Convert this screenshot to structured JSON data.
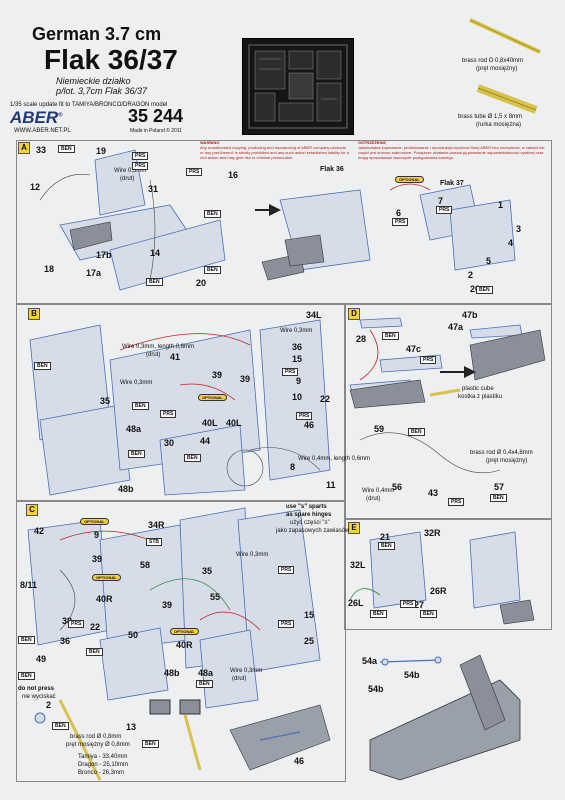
{
  "header": {
    "title_line1": "German 3.7 cm",
    "title_line2": "Flak 36/37",
    "sub1": "Niemieckie działko",
    "sub2": "p/lot. 3,7cm Flak 36/37",
    "scale": "1/35 scale update fit to TAMIYA/BRONCO/DRAGON model",
    "brand": "ABER",
    "reg": "®",
    "code": "35 244",
    "url": "WWW.ABER.NET.PL",
    "made": "Made in Poland © 2011"
  },
  "brass": {
    "rod_label": "brass rod O 0,8x40mm",
    "rod_pl": "(pręt mosiężny)",
    "tube_label": "brass tube Ø 1,5 x 8mm",
    "tube_pl": "(rurka mosiężna)"
  },
  "warning": {
    "title": "WARNING",
    "text": "Any unauthorised copying, producing and reproducing of ABER company products or any part thereof, is strictly prohibited and any such action establishes liability for a civil action and may give rise to criminal prosecution."
  },
  "ostrzezenie": {
    "title": "OSTRZEŻENIE",
    "text": "Jakiekolwiek kopiowanie, produkowanie i reprodukcja wyrobów firmy ABER bez zezwolenia, w całości lub części jest surowo zabronione. Powyższe działania powodują powstanie odpowiedzialności cywilnej oraz mogą spowodować wszczęcie postępowania karnego."
  },
  "sections": {
    "a": {
      "tag": "A",
      "labels": {
        "flak36": "Flak 36",
        "flak37": "Flak 37",
        "wire": "Wire 0,3mm",
        "wire_pl": "(drut)",
        "optional": "OPTIONAL"
      },
      "nums": [
        "33",
        "19",
        "12",
        "31",
        "16",
        "18",
        "17a",
        "17b",
        "14",
        "20",
        "6",
        "7",
        "1",
        "3",
        "4",
        "5",
        "2",
        "20"
      ]
    },
    "b": {
      "tag": "B",
      "labels": {
        "wire_len": "Wire 0,3mm, length 0,6mm",
        "wire_pl": "(drut)",
        "wire": "Wire 0,3mm",
        "wire_bot": "Wire 0,4mm, length 0,6mm",
        "optional": "OPTIONAL"
      },
      "nums": [
        "34L",
        "41",
        "35",
        "36",
        "15",
        "39",
        "39",
        "10",
        "22",
        "40L",
        "40L",
        "48a",
        "30",
        "44",
        "8",
        "48b",
        "11",
        "9",
        "46"
      ]
    },
    "c": {
      "tag": "C",
      "labels": {
        "use_s": "use \"s\" sparts",
        "as_spare": "as spare hinges",
        "use_s_pl": "użyć części \"s\"",
        "as_spare_pl": "jako zapasowych zawiasów",
        "optional": "OPTIONAL",
        "wire": "Wire 0,3mm",
        "wire_pl": "(drut)",
        "do_not_press": "do not press",
        "nie_wyciskac": "nie wyciskać"
      },
      "nums": [
        "42",
        "9",
        "34R",
        "39",
        "58",
        "35",
        "8/11",
        "40R",
        "38",
        "22",
        "39",
        "36",
        "50",
        "55",
        "40R",
        "49",
        "48b",
        "48a",
        "25",
        "15"
      ]
    },
    "c_bottom": {
      "brass_rod": "brass rod Ø 0,8mm",
      "brass_rod_pl": "pręt mosiężny Ø 0,8mm",
      "tamiya": "Tamiya - 33,40mm",
      "dragon": "Dragon - 25,10mm",
      "bronco": "Bronco - 26,3mm",
      "nums": [
        "2",
        "13",
        "46"
      ]
    },
    "d": {
      "tag": "D",
      "labels": {
        "plastic_cube": "plastic cube",
        "plastic_pl": "kostka z plastiku",
        "brass_rod": "brass rod Ø 0,4x4,8mm",
        "brass_pl": "(pręt mosiężny)",
        "wire": "Wire 0,4mm",
        "wire_pl": "(drut)"
      },
      "nums": [
        "28",
        "47b",
        "47a",
        "47c",
        "59",
        "56",
        "43",
        "57"
      ]
    },
    "e": {
      "tag": "E",
      "nums": [
        "21",
        "32R",
        "32L",
        "26L",
        "27",
        "26R",
        "54a",
        "54b",
        "54b"
      ]
    }
  },
  "badges": {
    "ben": "BEN",
    "prs": "PRS",
    "stb": "STB"
  },
  "colors": {
    "section_tag": "#f4d23a",
    "part_blue": "#4a6fb8",
    "wire_red": "#c02020",
    "brand_blue": "#233a7a"
  }
}
